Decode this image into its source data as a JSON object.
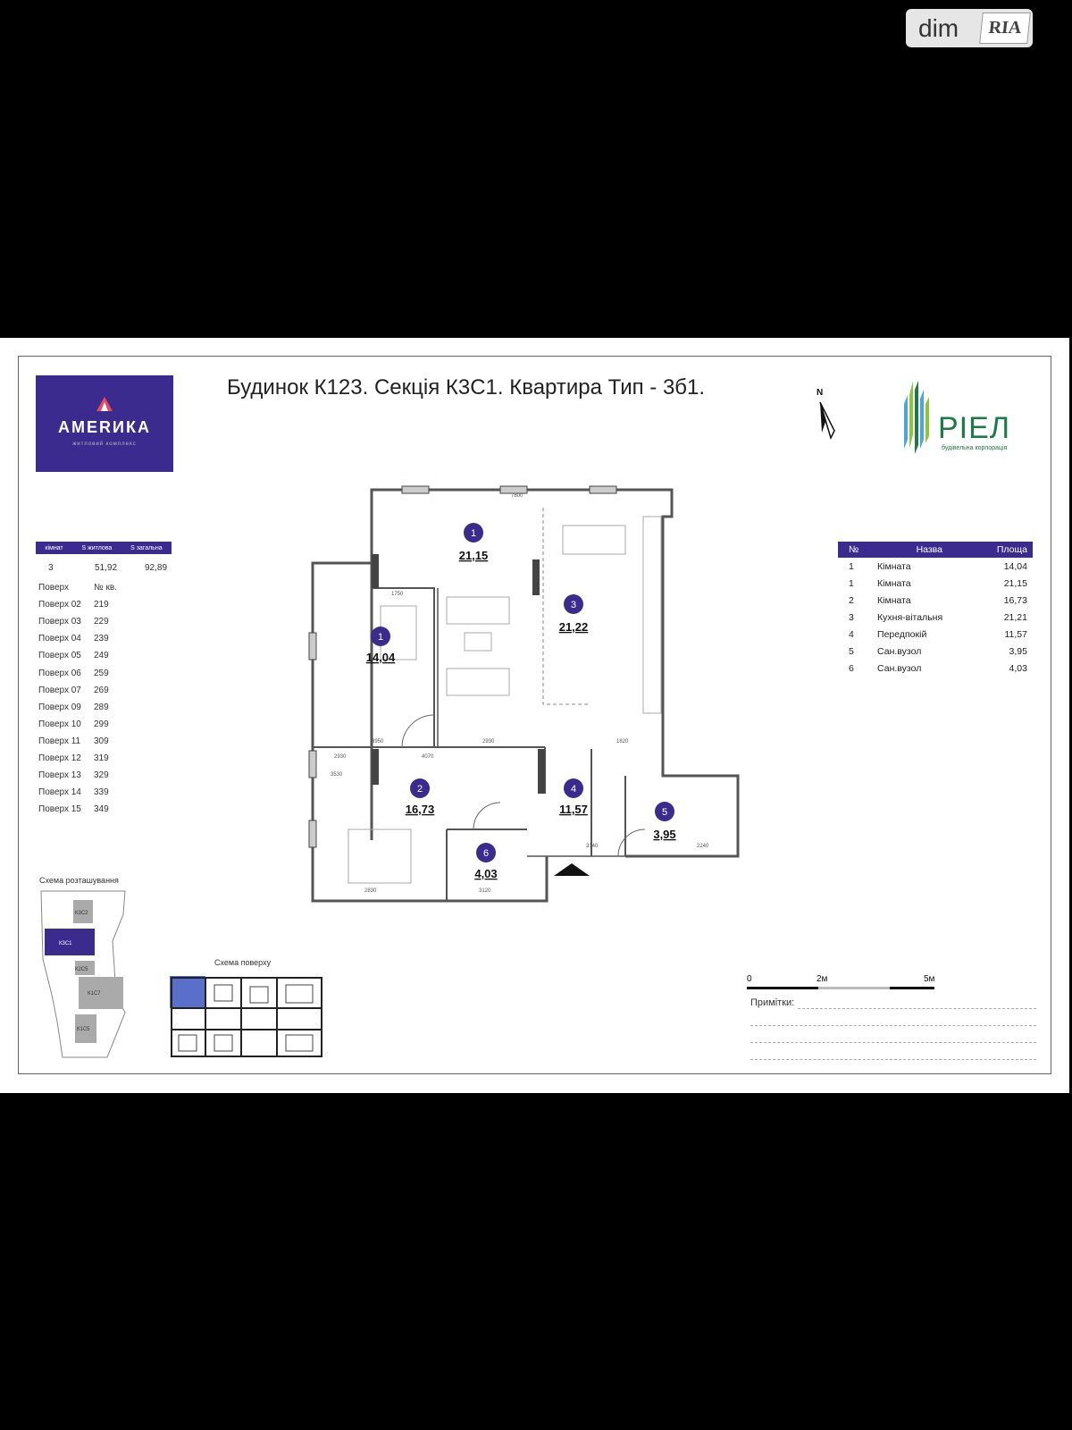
{
  "watermark": {
    "brand": "dim",
    "badge": "RIA"
  },
  "header": {
    "title": "Будинок К123. Секція К3С1. Квартира Тип - 3б1.",
    "north": "N"
  },
  "logos": {
    "left_name": "АМЕRИКА",
    "left_sub": "житловий комплекс",
    "right_name": "РІЕЛ",
    "right_sub": "будівельна корпорація"
  },
  "summary": {
    "headers": [
      "кімнат",
      "S житлова",
      "S загальна"
    ],
    "values": [
      "3",
      "51,92",
      "92,89"
    ]
  },
  "floors": {
    "headers": [
      "Поверх",
      "№ кв."
    ],
    "rows": [
      [
        "Поверх 02",
        "219"
      ],
      [
        "Поверх 03",
        "229"
      ],
      [
        "Поверх 04",
        "239"
      ],
      [
        "Поверх 05",
        "249"
      ],
      [
        "Поверх 06",
        "259"
      ],
      [
        "Поверх 07",
        "269"
      ],
      [
        "Поверх 09",
        "289"
      ],
      [
        "Поверх 10",
        "299"
      ],
      [
        "Поверх 11",
        "309"
      ],
      [
        "Поверх 12",
        "319"
      ],
      [
        "Поверх 13",
        "329"
      ],
      [
        "Поверх 14",
        "339"
      ],
      [
        "Поверх 15",
        "349"
      ]
    ]
  },
  "rooms": {
    "headers": [
      "№",
      "Назва",
      "Площа"
    ],
    "rows": [
      [
        "1",
        "Кімната",
        "14,04"
      ],
      [
        "1",
        "Кімната",
        "21,15"
      ],
      [
        "2",
        "Кімната",
        "16,73"
      ],
      [
        "3",
        "Кухня-вітальня",
        "21,21"
      ],
      [
        "4",
        "Передпокій",
        "11,57"
      ],
      [
        "5",
        "Сан.вузол",
        "3,95"
      ],
      [
        "6",
        "Сан.вузол",
        "4,03"
      ]
    ]
  },
  "plan": {
    "labels": [
      {
        "num": "1",
        "area": "21,15"
      },
      {
        "num": "1",
        "area": "14,04"
      },
      {
        "num": "3",
        "area": "21,22"
      },
      {
        "num": "2",
        "area": "16,73"
      },
      {
        "num": "4",
        "area": "11,57"
      },
      {
        "num": "5",
        "area": "3,95"
      },
      {
        "num": "6",
        "area": "4,03"
      }
    ],
    "dims": [
      "7800",
      "1750",
      "2930",
      "1820",
      "3950",
      "4070",
      "2830",
      "3120",
      "2930",
      "3140",
      "2240",
      "3530"
    ],
    "badge_color": "#3b2b8f"
  },
  "scale": {
    "marks": [
      "0",
      "2м",
      "5м"
    ]
  },
  "notes": {
    "label": "Примітки:"
  },
  "schemes": {
    "location_label": "Схема розташування",
    "floor_label": "Схема поверху",
    "blocks": [
      "К3С2",
      "К3С1",
      "К2С5",
      "К1С7",
      "К1С5"
    ]
  },
  "colors": {
    "brand": "#3b2b8f",
    "riel_green": "#1e7a45"
  }
}
